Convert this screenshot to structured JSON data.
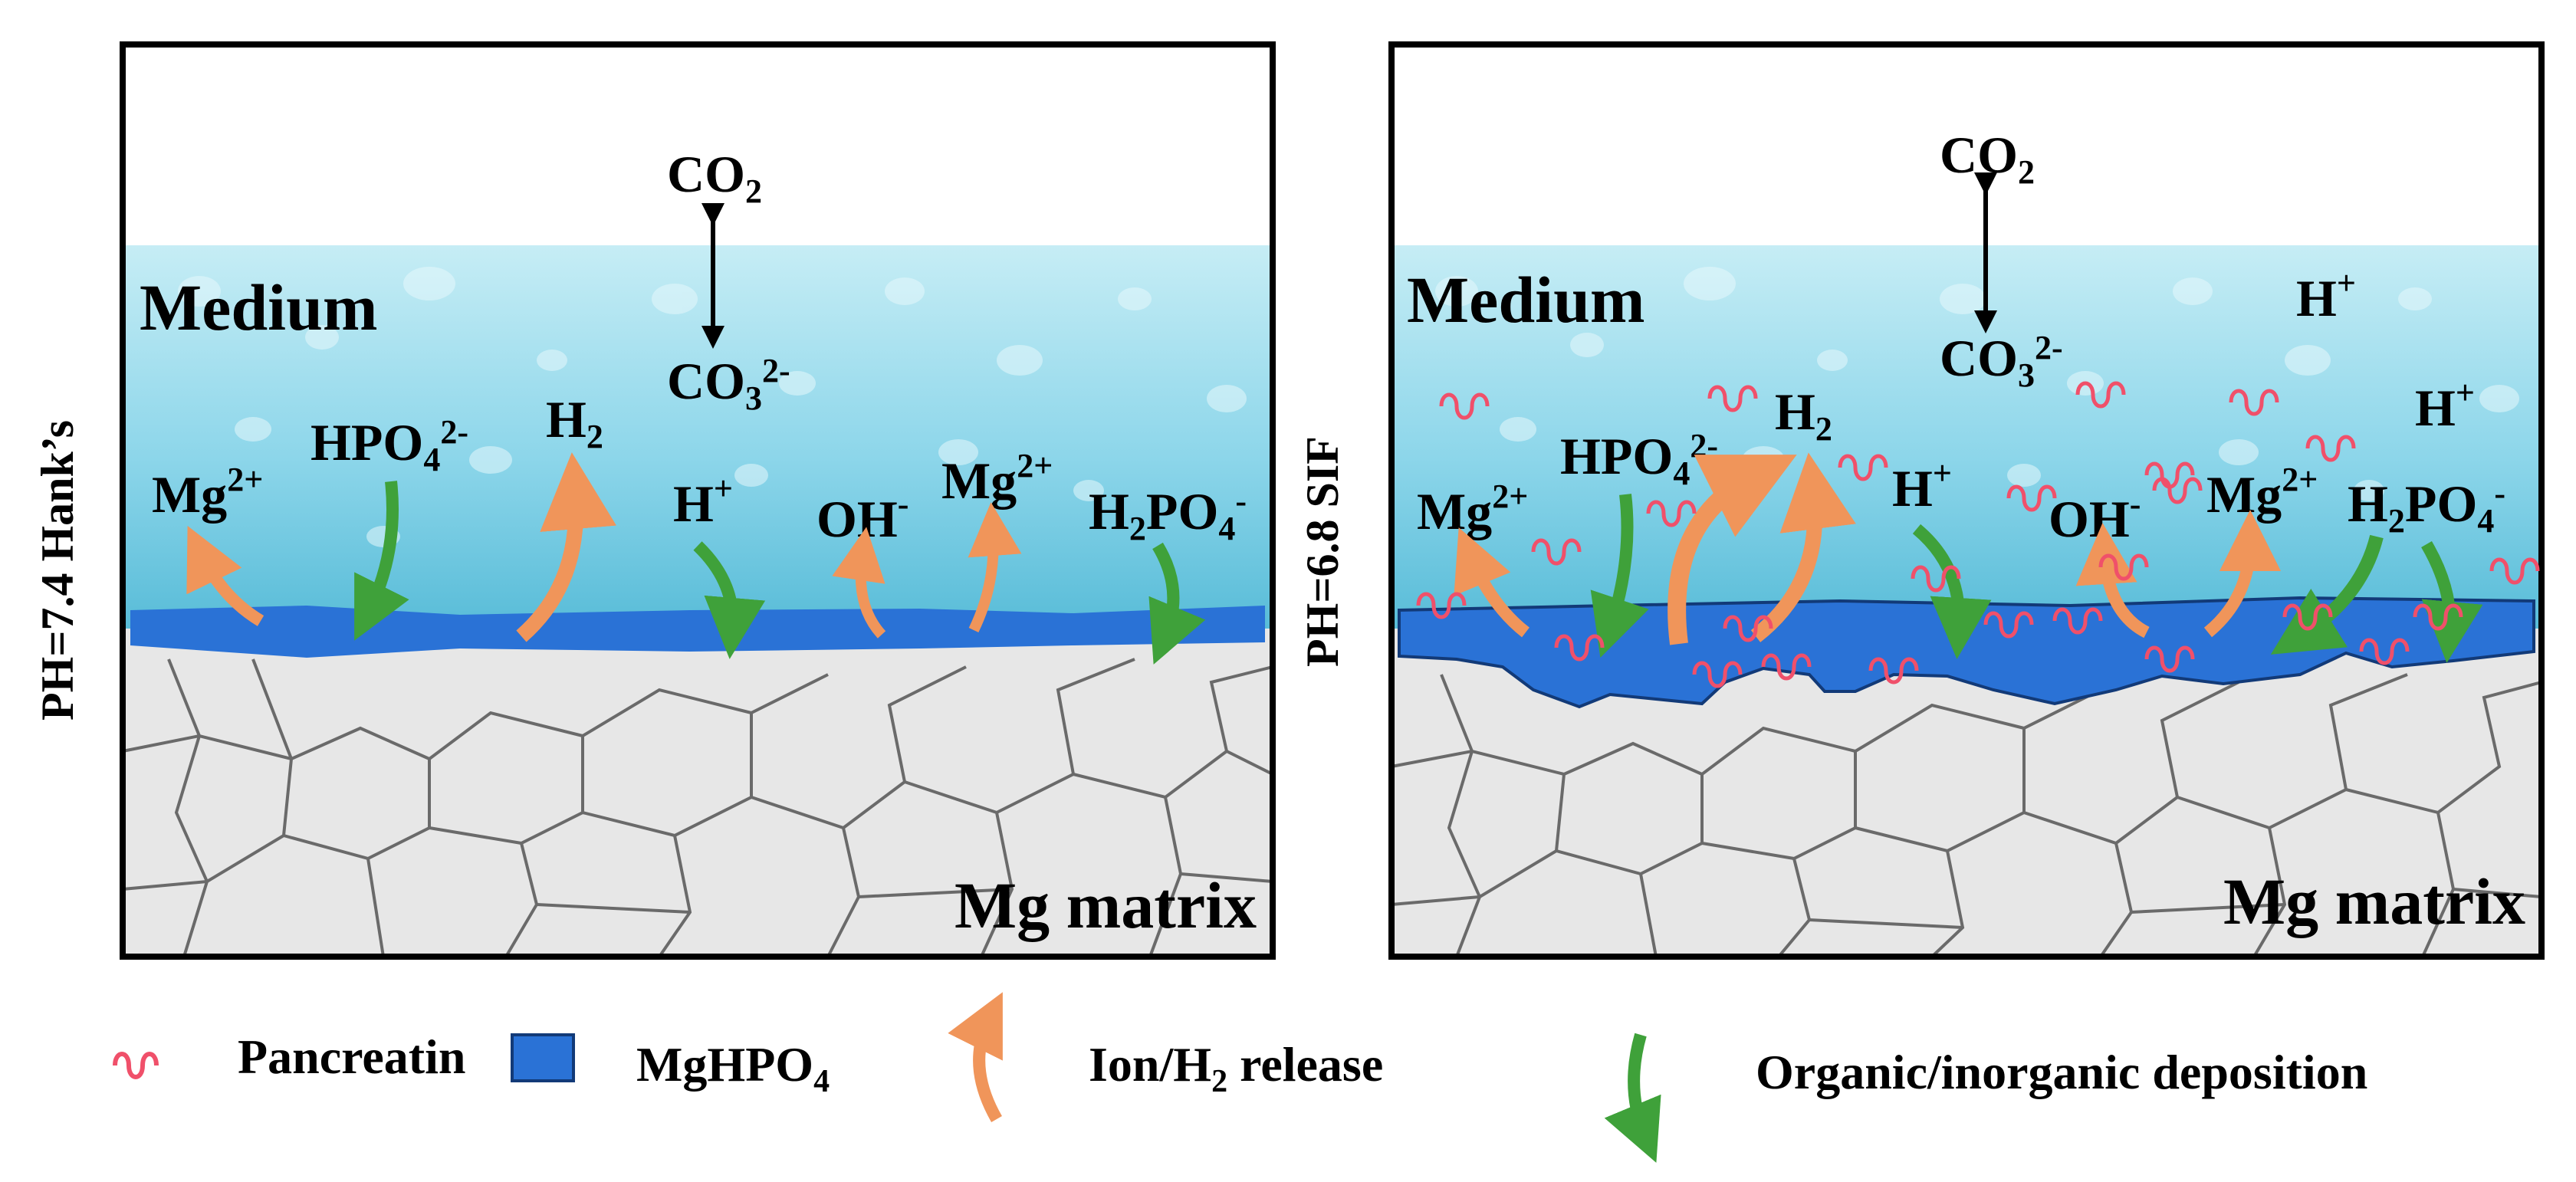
{
  "panels": [
    {
      "side_label": "PH=7.4 Hank’s",
      "medium": "Medium",
      "matrix": "Mg matrix",
      "co2": {
        "base": "CO",
        "sub": "2"
      },
      "co3": {
        "base": "CO",
        "sub": "3",
        "sup": "2-"
      },
      "ions": {
        "mg1": {
          "base": "Mg",
          "sup": "2+"
        },
        "hpo4": {
          "base": "HPO",
          "sub": "4",
          "sup": "2-"
        },
        "h2": {
          "base": "H",
          "sub": "2"
        },
        "hplus": {
          "base": "H",
          "sup": "+"
        },
        "oh": {
          "base": "OH",
          "sup": "-"
        },
        "mg2": {
          "base": "Mg",
          "sup": "2+"
        },
        "h2po4": {
          "base": "H",
          "sub1": "2",
          "mid": "PO",
          "sub": "4",
          "sup": "-"
        }
      }
    },
    {
      "side_label": "PH=6.8 SIF",
      "medium": "Medium",
      "matrix": "Mg matrix",
      "co2": {
        "base": "CO",
        "sub": "2"
      },
      "co3": {
        "base": "CO",
        "sub": "3",
        "sup": "2-"
      },
      "ions": {
        "mg1": {
          "base": "Mg",
          "sup": "2+"
        },
        "hpo4": {
          "base": "HPO",
          "sub": "4",
          "sup": "2-"
        },
        "h2": {
          "base": "H",
          "sub": "2"
        },
        "hplus": {
          "base": "H",
          "sup": "+"
        },
        "oh": {
          "base": "OH",
          "sup": "-"
        },
        "mg2": {
          "base": "Mg",
          "sup": "2+"
        },
        "h2po4": {
          "base": "H",
          "sub1": "2",
          "mid": "PO",
          "sub": "4",
          "sup": "-"
        },
        "hplus2": {
          "base": "H",
          "sup": "+"
        },
        "hplus3": {
          "base": "H",
          "sup": "+"
        }
      }
    }
  ],
  "legend": {
    "pancreatin": "Pancreatin",
    "mghpo4": {
      "base": "MgHPO",
      "sub": "4"
    },
    "release": {
      "pre": "Ion/H",
      "sub": "2",
      "post": " release"
    },
    "deposition": "Organic/inorganic deposition"
  },
  "colors": {
    "medium_top": "#bfeaf3",
    "medium_bottom": "#5fc1db",
    "layer": "#2a72d6",
    "matrix": "#e7e7e7",
    "crack": "#6a6a6a",
    "release_arrow": "#f0955a",
    "deposition_arrow": "#3fa13a",
    "pancreatin": "#f0506a"
  }
}
